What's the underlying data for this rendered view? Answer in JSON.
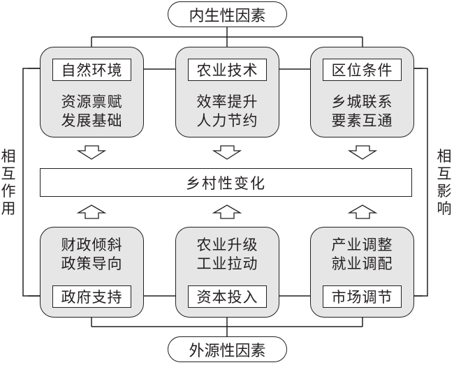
{
  "top_factor": {
    "label": "内生性因素"
  },
  "bottom_factor": {
    "label": "外源性因素"
  },
  "center": {
    "label": "乡村性变化"
  },
  "side_labels": {
    "left": [
      "相",
      "互",
      "作",
      "用"
    ],
    "right": [
      "相",
      "互",
      "影",
      "响"
    ]
  },
  "top_boxes": [
    {
      "title": "自然环境",
      "lines": [
        "资源禀赋",
        "发展基础"
      ]
    },
    {
      "title": "农业技术",
      "lines": [
        "效率提升",
        "人力节约"
      ]
    },
    {
      "title": "区位条件",
      "lines": [
        "乡城联系",
        "要素互通"
      ]
    }
  ],
  "bottom_boxes": [
    {
      "title": "政府支持",
      "lines": [
        "财政倾斜",
        "政策导向"
      ]
    },
    {
      "title": "资本投入",
      "lines": [
        "农业升级",
        "工业拉动"
      ]
    },
    {
      "title": "市场调节",
      "lines": [
        "产业调整",
        "就业调配"
      ]
    }
  ],
  "colors": {
    "stroke": "#231f20",
    "box_fill": "#e6e6e6",
    "background": "#ffffff"
  }
}
